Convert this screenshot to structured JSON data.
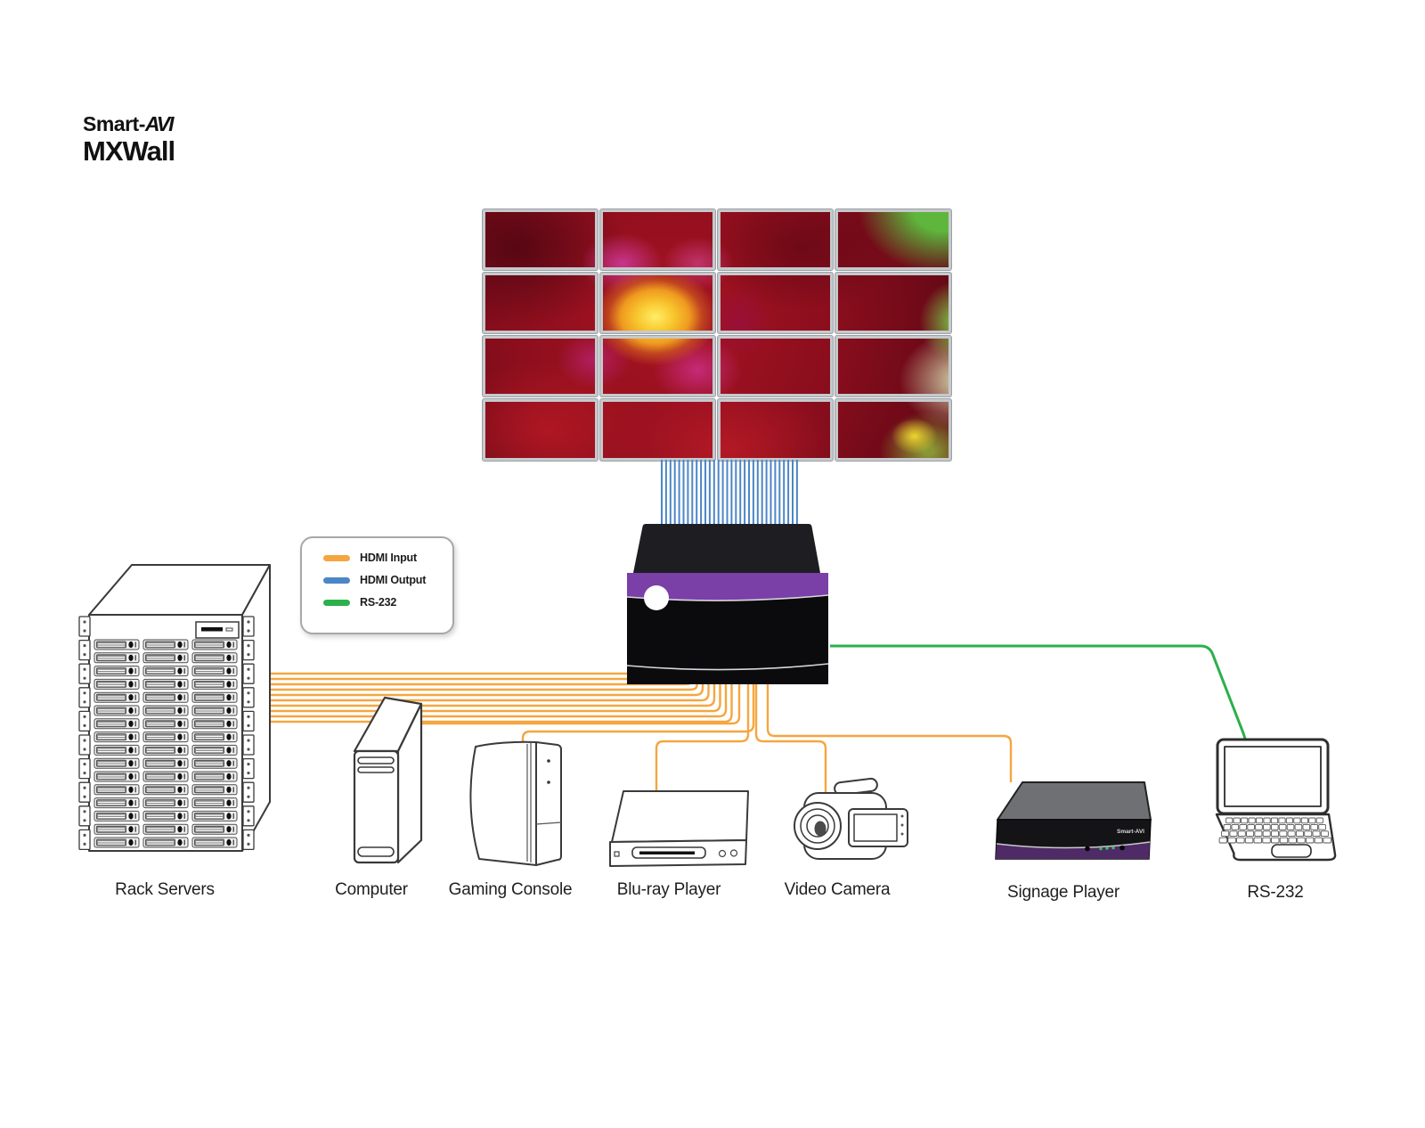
{
  "logo": {
    "brand_prefix": "Smart-",
    "brand_suffix": "AVI",
    "product": "MXWall"
  },
  "legend": {
    "items": [
      {
        "label": "HDMI Input",
        "color": "#F5A640"
      },
      {
        "label": "HDMI Output",
        "color": "#4C86C6"
      },
      {
        "label": "RS-232",
        "color": "#2BB04A"
      }
    ]
  },
  "devices": [
    {
      "id": "rack-servers",
      "label": "Rack Servers"
    },
    {
      "id": "computer",
      "label": "Computer"
    },
    {
      "id": "gaming-console",
      "label": "Gaming Console"
    },
    {
      "id": "blu-ray-player",
      "label": "Blu-ray Player"
    },
    {
      "id": "video-camera",
      "label": "Video Camera"
    },
    {
      "id": "signage-player",
      "label": "Signage Player"
    },
    {
      "id": "rs-232-laptop",
      "label": "RS-232"
    }
  ],
  "signage_player": {
    "brand_label": "Smart-AVI"
  },
  "video_wall": {
    "rows": 4,
    "cols": 4,
    "content": "red dahlia flower close-up"
  },
  "connections": [
    {
      "from": "Rack Servers",
      "to": "MXWall switcher",
      "type": "HDMI Input",
      "count": 10
    },
    {
      "from": "Computer",
      "to": "MXWall switcher",
      "type": "HDMI Input",
      "count": 1
    },
    {
      "from": "Gaming Console",
      "to": "MXWall switcher",
      "type": "HDMI Input",
      "count": 1
    },
    {
      "from": "Blu-ray Player",
      "to": "MXWall switcher",
      "type": "HDMI Input",
      "count": 1
    },
    {
      "from": "Video Camera",
      "to": "MXWall switcher",
      "type": "HDMI Input",
      "count": 1
    },
    {
      "from": "Signage Player",
      "to": "MXWall switcher",
      "type": "HDMI Input",
      "count": 1
    },
    {
      "from": "MXWall switcher",
      "to": "Video Wall 4x4",
      "type": "HDMI Output",
      "count": 32
    },
    {
      "from": "MXWall switcher",
      "to": "RS-232 Laptop",
      "type": "RS-232",
      "count": 1
    }
  ],
  "colors": {
    "hdmi_input": "#F5A640",
    "hdmi_output": "#4C86C6",
    "rs232": "#2BB04A",
    "switcher_purple": "#7B3FA8",
    "signage_purple": "#4E2B66",
    "device_stroke": "#3a3a3a"
  }
}
